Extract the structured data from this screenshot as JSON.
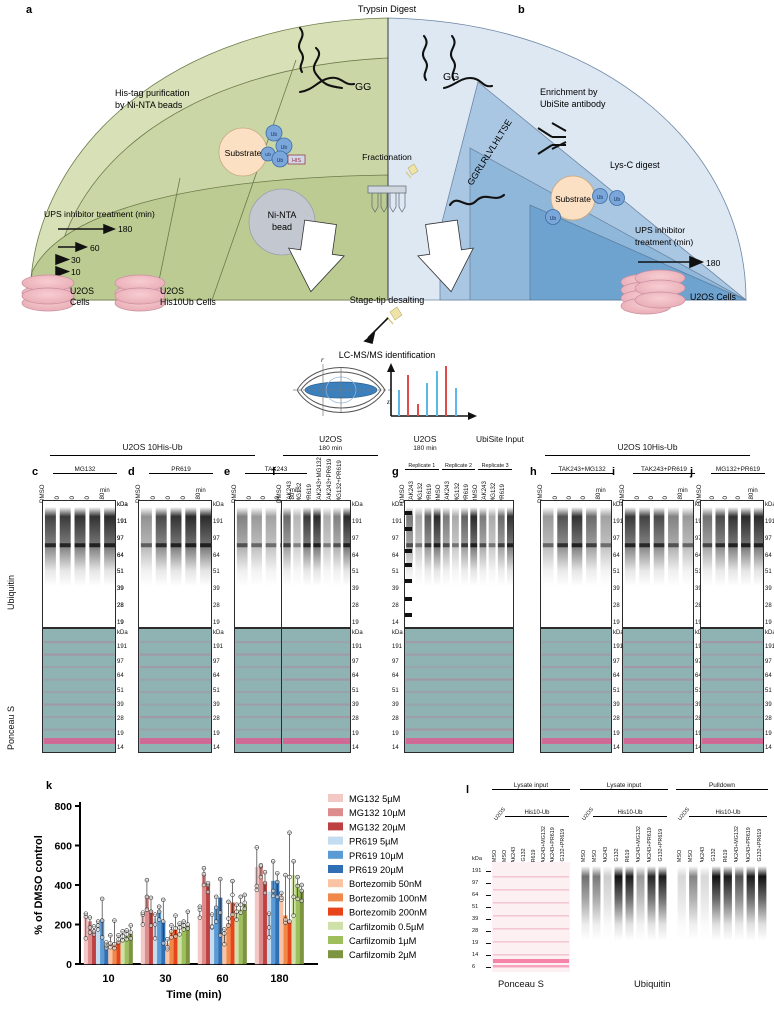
{
  "schematic": {
    "panel_a_letter": "a",
    "panel_b_letter": "b",
    "top_center": "Trypsin Digest",
    "a": {
      "his_tag": "His-tag purification\nby Ni-NTA beads",
      "his_tag_l1": "His-tag purification",
      "his_tag_l2": "by Ni-NTA beads",
      "substrate": "Substrate",
      "ub": "Ub",
      "his_tag_badge": "HIS",
      "bead_l1": "Ni-NTA",
      "bead_l2": "bead",
      "ups_title": "UPS inhibitor treatment (min)",
      "times": [
        "180",
        "60",
        "30",
        "10"
      ],
      "cells_left_l1": "U2OS",
      "cells_left_l2": "Cells",
      "cells_right_l1": "U2OS",
      "cells_right_l2": "His10Ub Cells",
      "gg": "GG"
    },
    "b": {
      "gg": "GG",
      "enrich_l1": "Enrichment by",
      "enrich_l2": "UbiSite antibody",
      "peptide": "GGRLRLVLHLTSE",
      "lysc": "Lys-C digest",
      "substrate": "Substrate",
      "ub": "Ub",
      "ups_l1": "UPS inhibitor",
      "ups_l2": "treatment (min)",
      "time": "180",
      "cells": "U2OS Cells"
    },
    "center": {
      "fractionation": "Fractionation",
      "stagetip": "Stage-tip desalting",
      "lcms": "LC-MS/MS identification",
      "axis_r": "r",
      "axis_z": "z"
    }
  },
  "blots": {
    "side_labels": {
      "ubiquitin": "Ubiquitin",
      "ponceau": "Ponceau S"
    },
    "group_headers": [
      {
        "title": "U2OS 10His-Ub",
        "sub": ""
      },
      {
        "title": "U2OS",
        "sub": "180 min"
      },
      {
        "title_a": "U2OS",
        "title_b": "UbiSite Input",
        "sub": "180 min"
      },
      {
        "title": "U2OS 10His-Ub",
        "sub": ""
      }
    ],
    "mw_ubiquitin": [
      "kDa",
      "191",
      "97",
      "64",
      "51",
      "39",
      "28",
      "19"
    ],
    "mw_ponceau": [
      "kDa",
      "191",
      "97",
      "64",
      "51",
      "39",
      "28",
      "19",
      "14"
    ],
    "mw_g_ubq": [
      "kDa",
      "191",
      "97",
      "64",
      "51",
      "39",
      "28",
      "14"
    ],
    "panels": [
      {
        "letter": "c",
        "treatment": "MG132",
        "lanes": [
          "DMSO",
          "10",
          "30",
          "60",
          "180"
        ],
        "unit": "min",
        "timecourse": true
      },
      {
        "letter": "d",
        "treatment": "PR619",
        "lanes": [
          "DMSO",
          "10",
          "30",
          "60",
          "180"
        ],
        "unit": "min",
        "timecourse": true
      },
      {
        "letter": "e",
        "treatment": "TAK243",
        "lanes": [
          "DMSO",
          "10",
          "30",
          "60",
          "180"
        ],
        "unit": "min",
        "timecourse": true
      },
      {
        "letter": "f",
        "treatment": "",
        "lanes": [
          "DMSO",
          "TAK243",
          "MG132",
          "PR619",
          "TAK243+MG132",
          "TAK243+PR619",
          "MG132+PR619"
        ],
        "unit": "",
        "timecourse": false
      },
      {
        "letter": "g",
        "treatment": "",
        "replicates": [
          "Replicate 1",
          "Replicate 2",
          "Replicate 3"
        ],
        "lanes": [
          "DMSO",
          "TAK243",
          "MG132",
          "PR619"
        ],
        "unit": "",
        "timecourse": false
      },
      {
        "letter": "h",
        "treatment": "TAK243+MG132",
        "lanes": [
          "DMSO",
          "10",
          "30",
          "60",
          "180"
        ],
        "unit": "min",
        "timecourse": true
      },
      {
        "letter": "i",
        "treatment": "TAK243+PR619",
        "lanes": [
          "DMSO",
          "10",
          "30",
          "60",
          "180"
        ],
        "unit": "min",
        "timecourse": true
      },
      {
        "letter": "j",
        "treatment": "MG132+PR619",
        "lanes": [
          "DMSO",
          "10",
          "30",
          "60",
          "180"
        ],
        "unit": "min",
        "timecourse": true
      }
    ]
  },
  "chart_data": {
    "type": "bar",
    "panel_letter": "k",
    "title": "",
    "xlabel": "Time (min)",
    "ylabel": "% of DMSO control",
    "categories": [
      "10",
      "30",
      "60",
      "180"
    ],
    "ylim": [
      0,
      800
    ],
    "yticks": [
      0,
      200,
      400,
      600,
      800
    ],
    "grid": false,
    "legend_position": "right",
    "series": [
      {
        "name": "MG132 5µM",
        "color": "#f3c9c6",
        "values": [
          240,
          255,
          240,
          490
        ]
      },
      {
        "name": "MG132 10µM",
        "color": "#dd8c8c",
        "values": [
          215,
          345,
          455,
          495
        ]
      },
      {
        "name": "MG132 20µM",
        "color": "#bf4040",
        "values": [
          165,
          270,
          405,
          415
        ]
      },
      {
        "name": "PR619 5µM",
        "color": "#c5dcf0",
        "values": [
          190,
          230,
          190,
          365
        ]
      },
      {
        "name": "PR619 10µM",
        "color": "#5b9bd5",
        "values": [
          225,
          270,
          290,
          420
        ]
      },
      {
        "name": "PR619 20µM",
        "color": "#2e6fb5",
        "values": [
          95,
          215,
          335,
          420
        ]
      },
      {
        "name": "Bortezomib 50nM",
        "color": "#f9c3a4",
        "values": [
          105,
          105,
          160,
          345
        ]
      },
      {
        "name": "Bortezomib 100nM",
        "color": "#f0884a",
        "values": [
          100,
          165,
          205,
          245
        ]
      },
      {
        "name": "Bortezomib 200nM",
        "color": "#e8441a",
        "values": [
          115,
          175,
          310,
          215
        ]
      },
      {
        "name": "Carfilzomib 0.5µM",
        "color": "#cfe0a8",
        "values": [
          125,
          155,
          255,
          450
        ]
      },
      {
        "name": "Carfilzomib 1µM",
        "color": "#9dc05c",
        "values": [
          140,
          185,
          275,
          405
        ]
      },
      {
        "name": "Carfilzomib 2µM",
        "color": "#7d9440",
        "values": [
          150,
          195,
          300,
          370
        ]
      }
    ],
    "points": {
      "10": [
        [
          130,
          240,
          255
        ],
        [
          160,
          185,
          235
        ],
        [
          150,
          165,
          190
        ],
        [
          175,
          195,
          215
        ],
        [
          135,
          220,
          330
        ],
        [
          80,
          95,
          110
        ],
        [
          85,
          105,
          145
        ],
        [
          80,
          100,
          220
        ],
        [
          110,
          125,
          145
        ],
        [
          120,
          140,
          165
        ],
        [
          125,
          150,
          170
        ],
        [
          130,
          160,
          195
        ]
      ],
      "30": [
        [
          200,
          250,
          260
        ],
        [
          275,
          340,
          425
        ],
        [
          195,
          265,
          335
        ],
        [
          130,
          200,
          250
        ],
        [
          225,
          265,
          290
        ],
        [
          105,
          215,
          325
        ],
        [
          75,
          85,
          125
        ],
        [
          135,
          165,
          195
        ],
        [
          140,
          180,
          245
        ],
        [
          150,
          185,
          205
        ],
        [
          175,
          195,
          215
        ],
        [
          180,
          200,
          265
        ]
      ],
      "60": [
        [
          235,
          275,
          290
        ],
        [
          400,
          455,
          485
        ],
        [
          365,
          400,
          410
        ],
        [
          185,
          190,
          250
        ],
        [
          215,
          285,
          340
        ],
        [
          145,
          260,
          430
        ],
        [
          100,
          155,
          175
        ],
        [
          195,
          230,
          315
        ],
        [
          250,
          350,
          420
        ],
        [
          225,
          265,
          300
        ],
        [
          260,
          300,
          340
        ],
        [
          280,
          310,
          350
        ]
      ],
      "180": [
        [
          375,
          395,
          590
        ],
        [
          440,
          495,
          500
        ],
        [
          360,
          410,
          465
        ],
        [
          135,
          185,
          255
        ],
        [
          345,
          370,
          520
        ],
        [
          340,
          415,
          460
        ],
        [
          325,
          335,
          360
        ],
        [
          210,
          225,
          450
        ],
        [
          215,
          440,
          665
        ],
        [
          245,
          340,
          520
        ],
        [
          330,
          395,
          440
        ],
        [
          320,
          370,
          400
        ]
      ]
    }
  },
  "panel_l": {
    "letter": "l",
    "headers": [
      "Lysate input",
      "Lysate input",
      "Pulldown"
    ],
    "cell_labels": {
      "u2os": "U2OS",
      "his10": "His10-Ub"
    },
    "lanes": [
      "DMSO",
      "DMSO",
      "TAK243",
      "MG132",
      "PR619",
      "TAK243+MG132",
      "TAK243+PR619",
      "MG132+PR619"
    ],
    "mw": [
      "kDa",
      "191",
      "97",
      "64",
      "51",
      "39",
      "28",
      "19",
      "14",
      "6"
    ],
    "bottom_labels": [
      "Ponceau S",
      "Ubiquitin"
    ]
  }
}
